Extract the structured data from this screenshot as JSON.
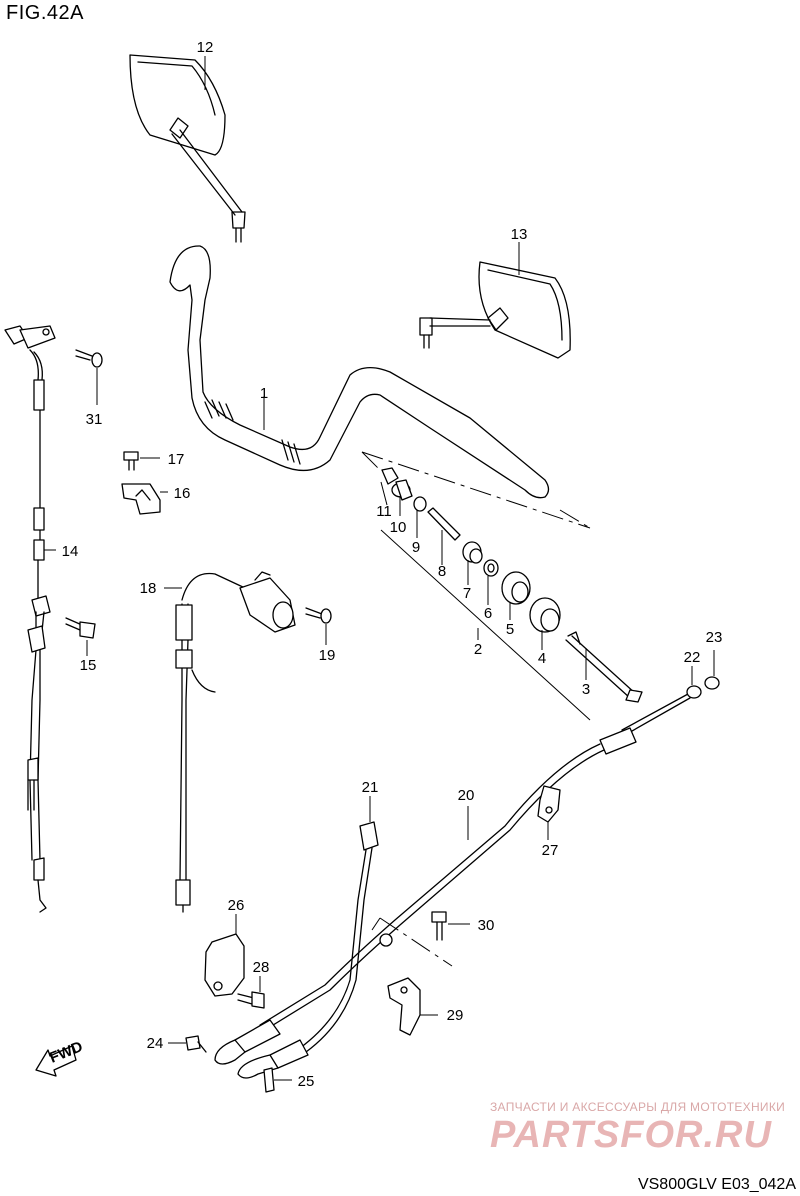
{
  "figure": {
    "title": "FIG.42A",
    "code": "VS800GLV E03_042A"
  },
  "watermark": {
    "tagline": "ЗАПЧАСТИ И АКСЕССУАРЫ ДЛЯ МОТОТЕХНИКИ",
    "logo": "PARTSFOR.RU"
  },
  "arrow_label": "FWD",
  "callouts": [
    "1",
    "2",
    "3",
    "4",
    "5",
    "6",
    "7",
    "8",
    "9",
    "10",
    "11",
    "12",
    "13",
    "14",
    "15",
    "16",
    "17",
    "18",
    "19",
    "20",
    "21",
    "22",
    "23",
    "24",
    "25",
    "26",
    "27",
    "28",
    "29",
    "30",
    "31"
  ]
}
